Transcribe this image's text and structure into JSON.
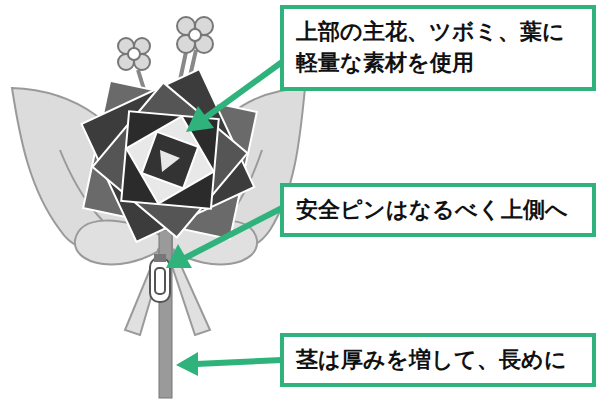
{
  "diagram": {
    "nodes": [
      {
        "text": [
          "上部の主花、ツボミ、葉に 軽量な素材を使用"
        ]
      },
      {
        "text": [
          "安全ピンはなるべく上側へ"
        ]
      },
      {
        "text": [
          "茎は厚みを増して、長めに"
        ]
      }
    ]
  }
}
